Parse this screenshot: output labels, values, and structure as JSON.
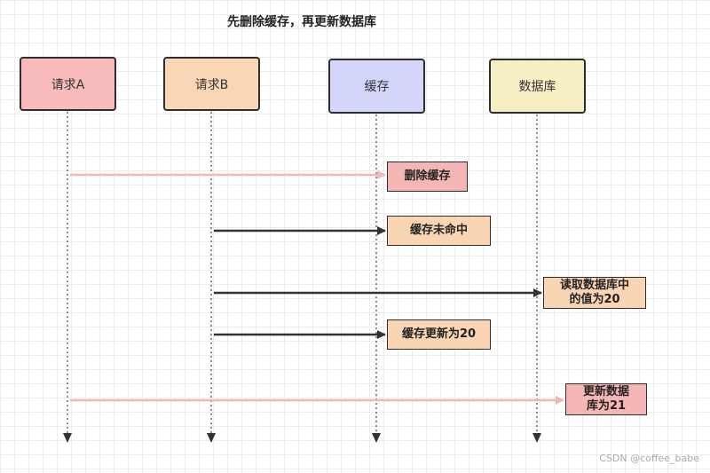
{
  "title": "先删除缓存，再更新数据库",
  "actors": [
    {
      "id": "a",
      "label": "请求A"
    },
    {
      "id": "b",
      "label": "请求B"
    },
    {
      "id": "c",
      "label": "缓存"
    },
    {
      "id": "d",
      "label": "数据库"
    }
  ],
  "messages": [
    {
      "from": "请求A",
      "to": "缓存",
      "line_color": "#f2b6b4",
      "label_lines": [
        "删除缓存"
      ],
      "box_color": "#f5b7b5"
    },
    {
      "from": "请求B",
      "to": "缓存",
      "line_color": "#333333",
      "label_lines": [
        "缓存未命中"
      ],
      "box_color": "#f9d5b4"
    },
    {
      "from": "请求B",
      "to": "数据库",
      "line_color": "#333333",
      "label_lines": [
        "读取数据库中",
        "的值为20"
      ],
      "box_color": "#f9d5b4"
    },
    {
      "from": "请求B",
      "to": "缓存",
      "line_color": "#333333",
      "label_lines": [
        "缓存更新为20"
      ],
      "box_color": "#f9d5b4"
    },
    {
      "from": "请求A",
      "to": "数据库",
      "line_color": "#f2b6b4",
      "label_lines": [
        "更新数据",
        "库为21"
      ],
      "box_color": "#f5b7b5"
    }
  ],
  "watermark": "CSDN @coffee_babe"
}
